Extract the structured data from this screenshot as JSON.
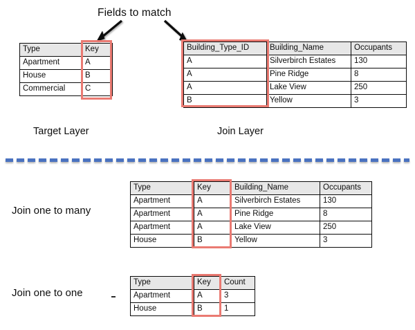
{
  "diagram": {
    "title": "Fields to match",
    "divider_color": "#4a72c0",
    "highlight_color": "#ea7a72",
    "header_fill": "#e7e7e7"
  },
  "target_layer": {
    "label": "Target Layer",
    "columns": [
      "Type",
      "Key"
    ],
    "rows": [
      [
        "Apartment",
        "A"
      ],
      [
        "House",
        "B"
      ],
      [
        "Commercial",
        "C"
      ]
    ]
  },
  "join_layer": {
    "label": "Join Layer",
    "columns": [
      "Building_Type_ID",
      "Building_Name",
      "Occupants"
    ],
    "rows": [
      [
        "A",
        "Silverbirch Estates",
        "130"
      ],
      [
        "A",
        "Pine Ridge",
        "8"
      ],
      [
        "A",
        "Lake View",
        "250"
      ],
      [
        "B",
        "Yellow",
        "3"
      ]
    ]
  },
  "join_one_to_many": {
    "label": "Join one to many",
    "columns": [
      "Type",
      "Key",
      "Building_Name",
      "Occupants"
    ],
    "rows": [
      [
        "Apartment",
        "A",
        "Silverbirch Estates",
        "130"
      ],
      [
        "Apartment",
        "A",
        "Pine Ridge",
        "8"
      ],
      [
        "Apartment",
        "A",
        "Lake View",
        "250"
      ],
      [
        "House",
        "B",
        "Yellow",
        "3"
      ]
    ]
  },
  "join_one_to_one": {
    "label": "Join one to one",
    "columns": [
      "Type",
      "Key",
      "Count"
    ],
    "rows": [
      [
        "Apartment",
        "A",
        "3"
      ],
      [
        "House",
        "B",
        "1"
      ]
    ]
  }
}
